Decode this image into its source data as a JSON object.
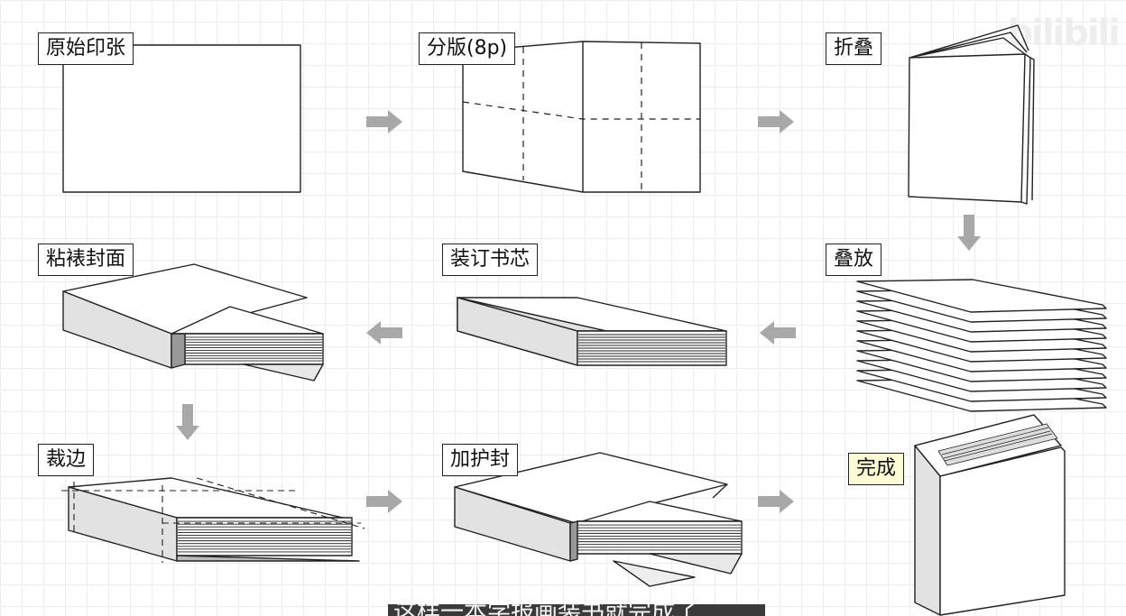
{
  "steps": {
    "s1": "原始印张",
    "s2": "分版(8p)",
    "s3": "折叠",
    "s4": "叠放",
    "s5": "装订书芯",
    "s6": "粘裱封面",
    "s7": "裁边",
    "s8": "加护封",
    "s9": "完成"
  },
  "watermark": "bilibili",
  "subtitle": "这样一本学报画装书就完成了",
  "colors": {
    "arrow": "#a8a8a8",
    "done_label_bg": "#fdfbd6",
    "spine": "#e2e2e2"
  },
  "icons": [
    "arrow-right-icon",
    "arrow-down-icon",
    "arrow-left-icon"
  ]
}
